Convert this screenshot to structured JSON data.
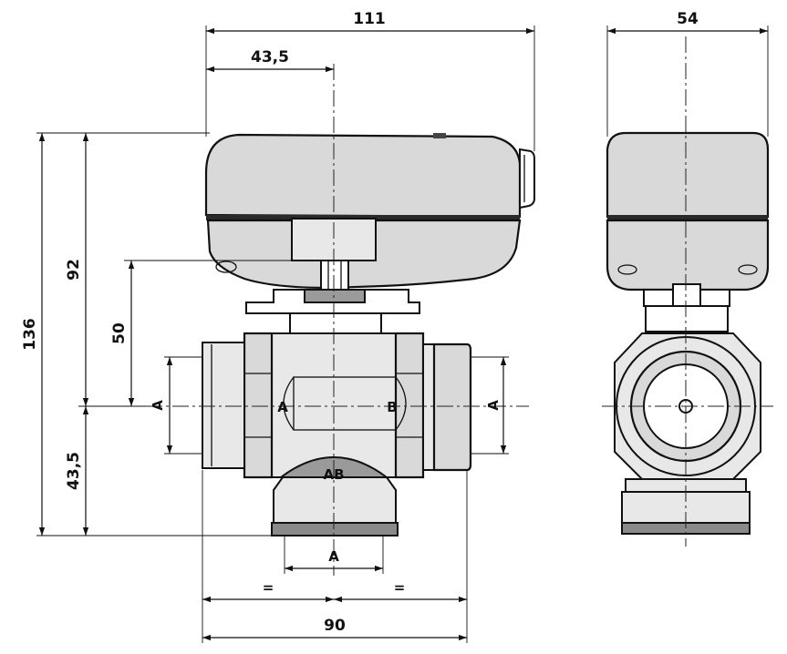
{
  "dimensions": {
    "overall_width": "111",
    "axis_offset": "43,5",
    "side_width": "54",
    "overall_height": "136",
    "height_above_axis": "92",
    "shaft_height": "50",
    "height_below_axis": "43,5",
    "body_width": "90",
    "equal_left": "=",
    "equal_right": "=",
    "port_bottom": "A"
  },
  "ports": {
    "outer_left": "A",
    "inner_left": "A",
    "inner_right": "B",
    "outer_right": "A",
    "bottom": "AB"
  }
}
